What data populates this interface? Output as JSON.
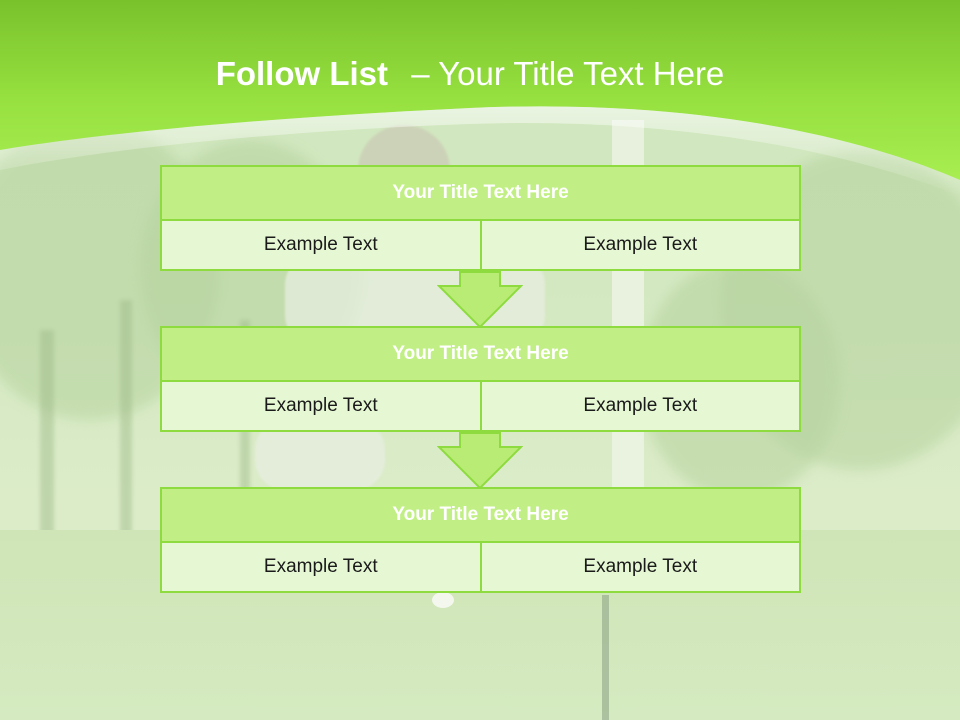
{
  "header": {
    "title_bold": "Follow List",
    "title_rest": "– Your Title Text Here"
  },
  "steps": [
    {
      "title": "Your Title Text Here",
      "cells": [
        "Example Text",
        "Example Text"
      ]
    },
    {
      "title": "Your Title Text Here",
      "cells": [
        "Example Text",
        "Example Text"
      ]
    },
    {
      "title": "Your Title Text Here",
      "cells": [
        "Example Text",
        "Example Text"
      ]
    }
  ],
  "colors": {
    "accent": "#8edb3f",
    "title_fill": "#c2ef85",
    "cell_fill": "#e6f8d3",
    "header_green": "#8cd83a"
  }
}
